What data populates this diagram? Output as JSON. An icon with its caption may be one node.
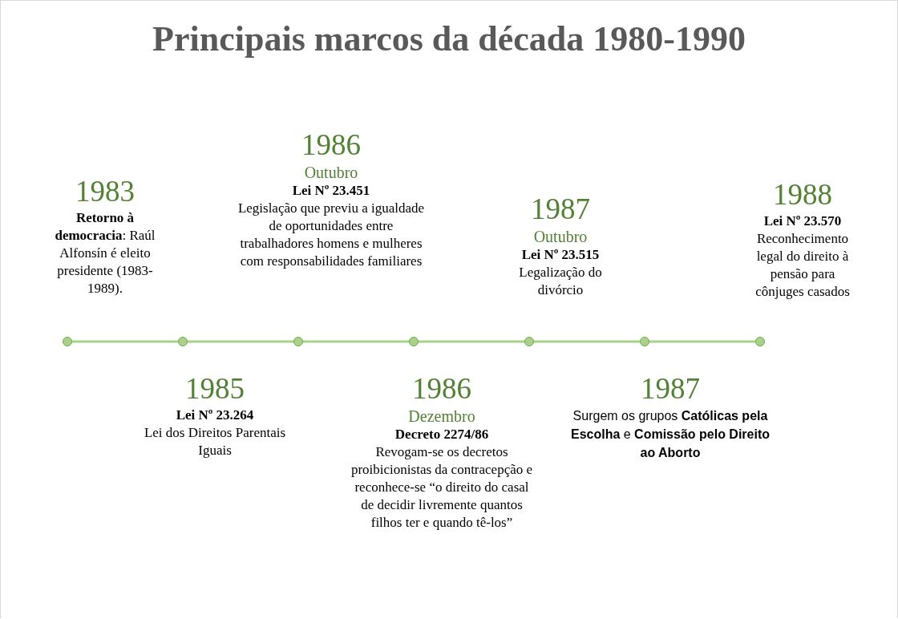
{
  "diagram": {
    "title": "Principais marcos da década 1980-1990",
    "nodes": [
      {
        "text": [],
        "shape": "circle",
        "beside": [
          "1983",
          "**Retorno à democracia**: Raúl Alfonsín é eleito presidente (1983-1989)."
        ]
      },
      {
        "text": [],
        "shape": "circle",
        "beside": [
          "1985",
          "Lei Nº 23.264",
          "Lei dos Direitos Parentais Iguais"
        ]
      },
      {
        "text": [],
        "shape": "circle",
        "beside": [
          "1986",
          "Outubro",
          "Lei Nº 23.451",
          "Legislação que previu a igualdade de oportunidades entre trabalhadores homens e mulheres com responsabilidades familiares"
        ]
      },
      {
        "text": [],
        "shape": "circle",
        "beside": [
          "1986",
          "Dezembro",
          "Decreto 2274/86",
          "Revogam-se os decretos proibicionistas da contracepção e reconhece-se “o direito do casal de decidir livremente quantos filhos ter e quando tê-los”"
        ]
      },
      {
        "text": [],
        "shape": "circle",
        "beside": [
          "1987",
          "Outubro",
          "Lei Nº 23.515",
          "Legalização do divórcio"
        ]
      },
      {
        "text": [],
        "shape": "circle",
        "beside": [
          "1987",
          "Surgem os grupos **Católicas pela Escolha** e **Comissão pelo Direito ao Aborto**"
        ]
      },
      {
        "text": [],
        "shape": "circle",
        "beside": [
          "1988",
          "Lei Nº 23.570",
          "Reconhecimento legal do direito à pensão para cônjuges casados"
        ]
      }
    ],
    "edges": [
      {
        "from": 0,
        "to": 1,
        "arrow": "none"
      },
      {
        "from": 1,
        "to": 2,
        "arrow": "none"
      },
      {
        "from": 2,
        "to": 3,
        "arrow": "none"
      },
      {
        "from": 3,
        "to": 4,
        "arrow": "none"
      },
      {
        "from": 4,
        "to": 5,
        "arrow": "none"
      },
      {
        "from": 5,
        "to": 6,
        "arrow": "none"
      }
    ]
  }
}
